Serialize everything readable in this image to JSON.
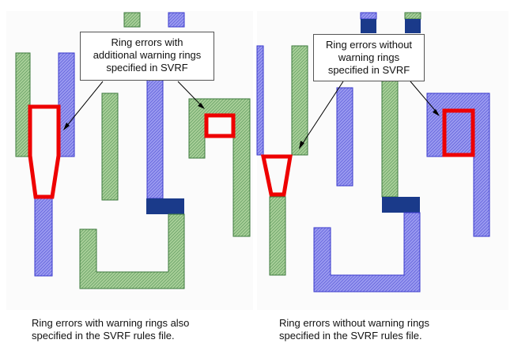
{
  "colors": {
    "green": "#a8cf98",
    "green_dark": "#3e7a3e",
    "blue": "#9a9af0",
    "blue_dark": "#3a3acc",
    "navy": "#1a3a8a",
    "error": "#ee0000",
    "background": "#ffffff"
  },
  "callouts": {
    "left": {
      "line1": "Ring errors with",
      "line2": "additional warning rings",
      "line3": "specified in SVRF"
    },
    "right": {
      "line1": "Ring errors without",
      "line2": "warning rings",
      "line3": "specified in SVRF"
    }
  },
  "captions": {
    "left": {
      "line1": "Ring errors with warning rings also",
      "line2": "specified in the SVRF rules file."
    },
    "right": {
      "line1": "Ring errors without warning rings",
      "line2": "specified in the SVRF rules file."
    }
  }
}
